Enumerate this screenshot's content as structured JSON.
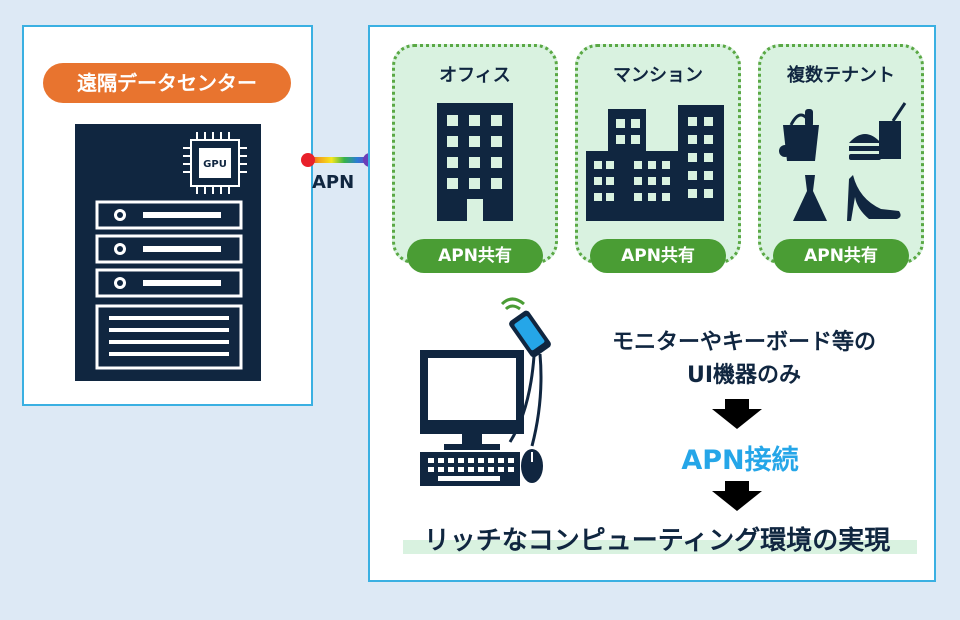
{
  "datacenter": {
    "title": "遠隔データセンター",
    "gpu_label": "GPU"
  },
  "link": {
    "label": "APN"
  },
  "tenants": [
    {
      "title": "オフィス",
      "badge": "APN共有",
      "icon": "office-building-icon"
    },
    {
      "title": "マンション",
      "badge": "APN共有",
      "icon": "apartment-buildings-icon"
    },
    {
      "title": "複数テナント",
      "badge": "APN共有",
      "icon": "shopping-food-fashion-icon"
    }
  ],
  "flow": {
    "line1": "モニターやキーボード等の",
    "line2": "UI機器のみ",
    "connect": "APN接続",
    "result": "リッチなコンピューティング環境の実現"
  },
  "colors": {
    "panel_border": "#3ab0e2",
    "dc_title_bg": "#e8742f",
    "tenant_bg": "#d9f2e0",
    "tenant_border": "#5aa844",
    "badge_bg": "#4a9d34",
    "navy": "#102640",
    "apn_connect": "#25a6e8"
  }
}
